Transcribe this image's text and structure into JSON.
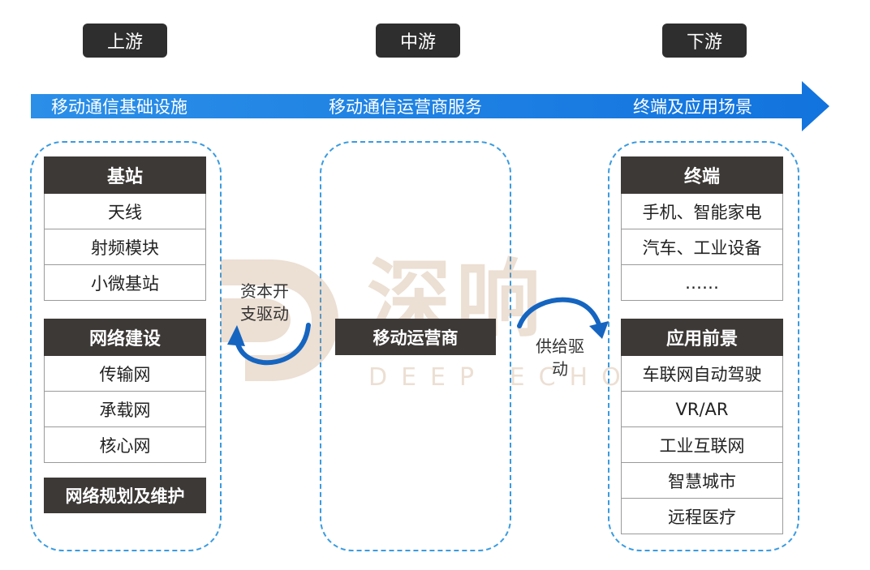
{
  "stages": {
    "upstream": "上游",
    "midstream": "中游",
    "downstream": "下游"
  },
  "band": {
    "upstream": "移动通信基础设施",
    "midstream": "移动通信运营商服务",
    "downstream": "终端及应用场景",
    "color": "#1e88e5"
  },
  "upstream": {
    "base_station": {
      "header": "基站",
      "items": [
        "天线",
        "射频模块",
        "小微基站"
      ]
    },
    "network": {
      "header": "网络建设",
      "items": [
        "传输网",
        "承载网",
        "核心网"
      ]
    },
    "planning": "网络规划及维护"
  },
  "midstream": {
    "operator": "移动运营商"
  },
  "downstream": {
    "terminal": {
      "header": "终端",
      "items": [
        "手机、智能家电",
        "汽车、工业设备",
        "……"
      ]
    },
    "application": {
      "header": "应用前景",
      "items": [
        "车联网自动驾驶",
        "VR/AR",
        "工业互联网",
        "智慧城市",
        "远程医疗"
      ]
    }
  },
  "notes": {
    "capex": "资本开支驱动",
    "supply": "供给驱动"
  },
  "watermark": {
    "cn": "深响",
    "en": "DEEP ECHO"
  }
}
